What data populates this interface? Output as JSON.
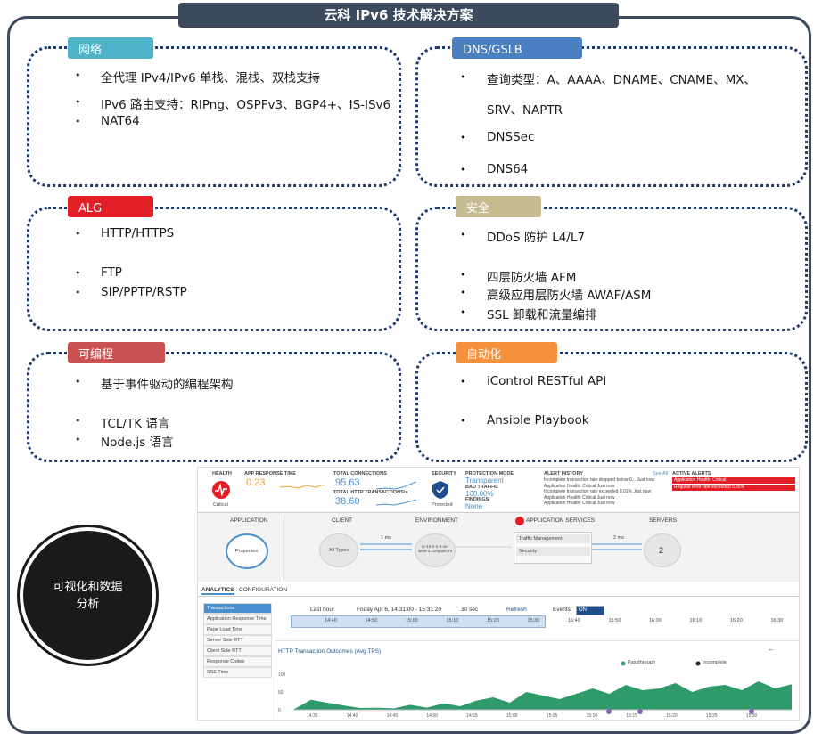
{
  "title": "云科 IPv6 技术解决方案",
  "panels": [
    {
      "tag": "网络",
      "color": "#4eb3c9",
      "items": [
        "全代理 IPv4/IPv6 单栈、混栈、双栈支持",
        "IPv6 路由支持：RIPng、OSPFv3、BGP4+、IS-ISv6",
        "NAT64"
      ]
    },
    {
      "tag": "DNS/GSLB",
      "color": "#4a7fc1",
      "items": [
        "查询类型：A、AAAA、DNAME、CNAME、MX、",
        "SRV、NAPTR",
        "DNSSec",
        "DNS64"
      ]
    },
    {
      "tag": "ALG",
      "color": "#e41e26",
      "items": [
        "HTTP/HTTPS",
        "FTP",
        "SIP/PPTP/RSTP"
      ]
    },
    {
      "tag": "安全",
      "color": "#c4bb91",
      "items": [
        "DDoS 防护 L4/L7",
        "四层防火墙 AFM",
        "高级应用层防火墙 AWAF/ASM",
        "SSL 卸载和流量编排"
      ]
    },
    {
      "tag": "可编程",
      "color": "#c95150",
      "items": [
        "基于事件驱动的编程架构",
        "TCL/TK 语言",
        "Node.js 语言"
      ]
    },
    {
      "tag": "自动化",
      "color": "#f5913c",
      "items": [
        "iControl RESTful API",
        "Ansible Playbook"
      ]
    }
  ],
  "circle_label": "可视化和数据分析",
  "dashboard": {
    "health": "HEALTH",
    "critical": "Critical",
    "app_response_time": "APP RESPONSE TIME",
    "app_response_value": "0.23",
    "total_connections": "TOTAL CONNECTIONS",
    "total_connections_value": "95.63",
    "total_http": "TOTAL HTTP TRANSACTIONS/s",
    "total_http_value": "38.60",
    "security": "SECURITY",
    "protected": "Protected",
    "protection_mode": "PROTECTION MODE",
    "protection_mode_value": "Transparent",
    "bad_traffic": "BAD TRAFFIC",
    "bad_traffic_value": "100.00%",
    "findings": "FINDINGS",
    "findings_value": "None",
    "alert_history": "ALERT HISTORY",
    "see_all": "See All",
    "alerts": [
      "Incomplete transaction rate dropped below 0... Just now",
      "Application Health: Critical  Just now",
      "Incomplete transaction rate exceeded 0.01% Just now",
      "Application Health: Critical  Just now",
      "Application Health: Critical  Just now"
    ],
    "active_alerts": "ACTIVE ALERTS",
    "active_alert_items": [
      "Application Health: Critical",
      "Request error rate exceeded 0.05%"
    ],
    "flow_headers": [
      "APPLICATION",
      "CLIENT",
      "ENVIRONMENT",
      "APPLICATION SERVICES",
      "SERVERS"
    ],
    "properties": "Properties",
    "all_types": "All Types",
    "env_node": "ip-10-1-1-9.us-west-2.compute.int",
    "services": [
      "Traffic Management",
      "Security"
    ],
    "servers_count": "2",
    "latency_left": "1 ms",
    "latency_right": "2 ms",
    "tabs": [
      "ANALYTICS",
      "CONFIGURATION"
    ],
    "menu": [
      "Transactions",
      "Application Response Time",
      "Page Load Time",
      "Server Side RTT",
      "Client Side RTT",
      "Response Codes",
      "SSE Time"
    ],
    "time_range": "Last hour",
    "date_range": "Friday Apr 6, 14:31:00 - 15:31:20",
    "interval": "30 sec",
    "refresh": "Refresh",
    "events": "Events:",
    "events_on": "ON",
    "timeline_ticks": [
      "14:40",
      "14:50",
      "15:00",
      "15:10",
      "15:20",
      "15:30",
      "15:40",
      "15:50",
      "16:00",
      "16:10",
      "16:20",
      "16:30"
    ],
    "chart_title": "HTTP Transaction Outcomes (Avg TPS)",
    "legend_pass": "Passthrough",
    "legend_incomplete": "Incomplete",
    "y_ticks": [
      "100",
      "50",
      "0"
    ],
    "x_ticks": [
      "14:35",
      "14:40",
      "14:45",
      "14:50",
      "14:55",
      "15:00",
      "15:05",
      "15:10",
      "15:15",
      "15:20",
      "15:25",
      "15:30"
    ]
  },
  "chart_data": {
    "type": "area",
    "title": "HTTP Transaction Outcomes (Avg TPS)",
    "ylim": [
      0,
      100
    ],
    "series": [
      {
        "name": "Passthrough",
        "values": [
          2,
          28,
          20,
          12,
          5,
          6,
          4,
          14,
          6,
          18,
          10,
          26,
          35,
          20,
          50,
          40,
          30,
          45,
          60,
          45,
          70,
          55,
          60,
          75,
          50,
          65,
          70,
          55,
          80,
          60,
          72
        ]
      },
      {
        "name": "Incomplete",
        "values": [
          0,
          0,
          0,
          0,
          0,
          0,
          0,
          0,
          0,
          0,
          0,
          0,
          0,
          0,
          0,
          0,
          0,
          0,
          0,
          0,
          0,
          0,
          0,
          0,
          0,
          0,
          0,
          0,
          0,
          0,
          0
        ]
      }
    ]
  }
}
